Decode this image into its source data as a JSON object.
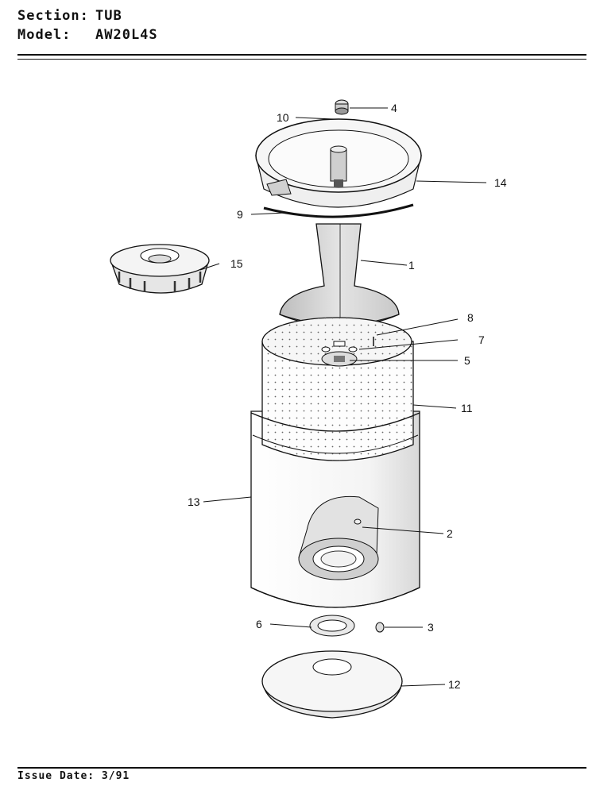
{
  "header": {
    "section_label": "Section:",
    "section_value": "TUB",
    "model_label": "Model:",
    "model_value": "AW20L4S"
  },
  "footer": {
    "issue_label": "Issue Date:",
    "issue_value": "3/91"
  },
  "callouts": [
    {
      "id": "c1",
      "text": "1"
    },
    {
      "id": "c2",
      "text": "2"
    },
    {
      "id": "c3",
      "text": "3"
    },
    {
      "id": "c4",
      "text": "4"
    },
    {
      "id": "c5",
      "text": "5"
    },
    {
      "id": "c6",
      "text": "6"
    },
    {
      "id": "c7",
      "text": "7"
    },
    {
      "id": "c8",
      "text": "8"
    },
    {
      "id": "c9",
      "text": "9"
    },
    {
      "id": "c10",
      "text": "10"
    },
    {
      "id": "c11",
      "text": "11"
    },
    {
      "id": "c12",
      "text": "12"
    },
    {
      "id": "c13",
      "text": "13"
    },
    {
      "id": "c14",
      "text": "14"
    },
    {
      "id": "c15",
      "text": "15"
    }
  ]
}
